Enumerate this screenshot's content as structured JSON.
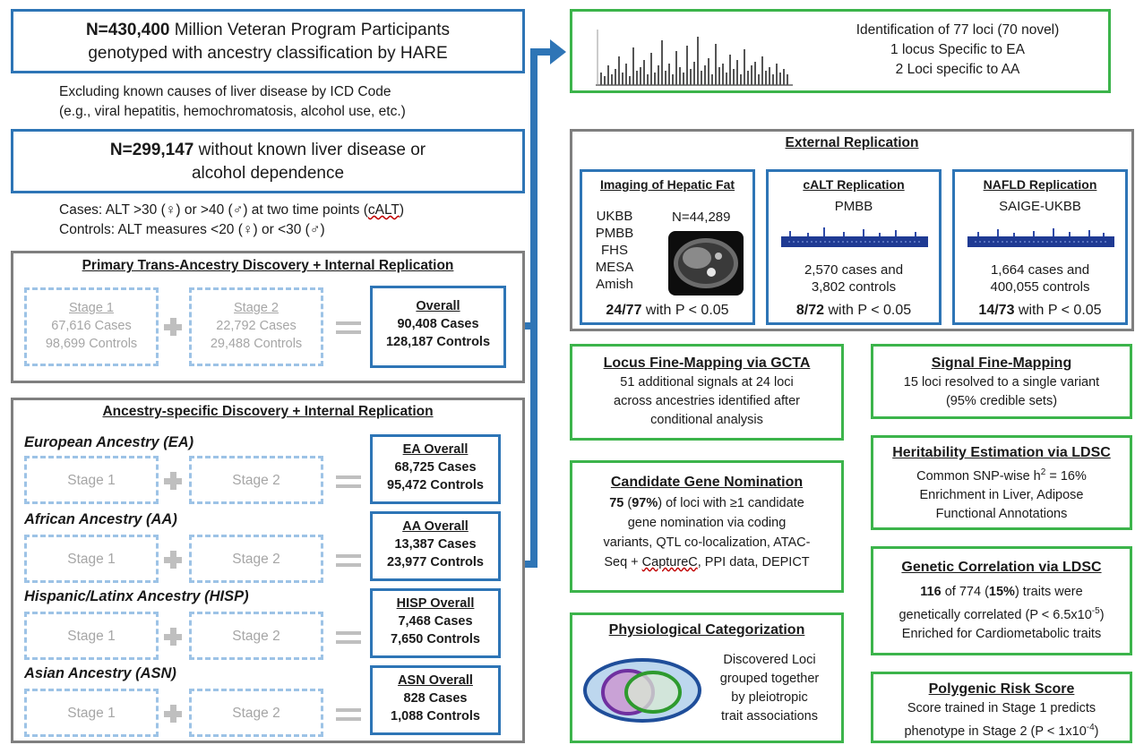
{
  "top_box": {
    "n": "N=430,400",
    "rest_line1": " Million Veteran Program Participants",
    "line2": "genotyped with ancestry classification by HARE"
  },
  "exclusion": {
    "line1": "Excluding known causes of  liver disease by ICD Code",
    "line2": "(e.g., viral hepatitis, hemochromatosis, alcohol use, etc.)"
  },
  "second_box": {
    "n": "N=299,147",
    "rest_line1": " without known liver disease or",
    "line2": "alcohol dependence"
  },
  "criteria": {
    "cases_prefix": "Cases: ALT >30 (♀) or >40 (♂) at two time points (",
    "cases_abbrev": "cALT",
    "cases_suffix": ")",
    "controls": "Controls: ALT measures <20 (♀) or <30 (♂)"
  },
  "primary": {
    "title": "Primary Trans-Ancestry Discovery + Internal Replication",
    "stage1": {
      "label": "Stage 1",
      "cases": "67,616 Cases",
      "controls": "98,699 Controls"
    },
    "stage2": {
      "label": "Stage 2",
      "cases": "22,792 Cases",
      "controls": "29,488 Controls"
    },
    "overall": {
      "label": "Overall",
      "cases": "90,408 Cases",
      "controls": "128,187 Controls"
    }
  },
  "ancestry": {
    "title": "Ancestry-specific Discovery + Internal Replication",
    "stage1_label": "Stage 1",
    "stage2_label": "Stage 2",
    "groups": [
      {
        "name": "European Ancestry (EA)",
        "overall": "EA Overall",
        "cases": "68,725 Cases",
        "controls": "95,472 Controls"
      },
      {
        "name": "African Ancestry (AA)",
        "overall": "AA Overall",
        "cases": "13,387 Cases",
        "controls": "23,977 Controls"
      },
      {
        "name": "Hispanic/Latinx Ancestry (HISP)",
        "overall": "HISP Overall",
        "cases": "7,468 Cases",
        "controls": "7,650 Controls"
      },
      {
        "name": "Asian Ancestry (ASN)",
        "overall": "ASN Overall",
        "cases": "828 Cases",
        "controls": "1,088 Controls"
      }
    ]
  },
  "loci": {
    "line1": "Identification of 77 loci (70 novel)",
    "line2": "1 locus Specific to EA",
    "line3": "2 Loci specific to AA"
  },
  "external": {
    "title": "External Replication",
    "imaging": {
      "title": "Imaging of Hepatic Fat",
      "cohorts": [
        "UKBB",
        "PMBB",
        "FHS",
        "MESA",
        "Amish"
      ],
      "n": "N=44,289",
      "result_bold": "24/77",
      "result_rest": " with P < 0.05"
    },
    "calt": {
      "title": "cALT Replication",
      "cohort": "PMBB",
      "line1": "2,570 cases and",
      "line2": "3,802 controls",
      "result_bold": "8/72",
      "result_rest": " with P < 0.05"
    },
    "nafld": {
      "title": "NAFLD Replication",
      "cohort": "SAIGE-UKBB",
      "line1": "1,664 cases and",
      "line2": "400,055 controls",
      "result_bold": "14/73",
      "result_rest": " with P < 0.05"
    }
  },
  "locus_fine": {
    "title": "Locus Fine-Mapping via GCTA",
    "line1": "51 additional signals at 24 loci",
    "line2": "across ancestries identified after",
    "line3": "conditional analysis"
  },
  "signal_fine": {
    "title": "Signal Fine-Mapping",
    "line1": "15 loci resolved to a single variant",
    "line2": "(95% credible sets)"
  },
  "candidate": {
    "title": "Candidate Gene Nomination",
    "n_bold": "75",
    "pct_pre": " (",
    "pct_bold": "97%",
    "line1_rest": ") of loci with ≥1 candidate",
    "line2": "gene nomination via coding",
    "line3": "variants, QTL co-localization, ATAC-",
    "line4_pre": "Seq + ",
    "line4_capture": "CaptureC",
    "line4_post": ", PPI data, DEPICT"
  },
  "heritability": {
    "title": "Heritability Estimation via LDSC",
    "line1_pre": "Common SNP-wise h",
    "line1_sup": "2",
    "line1_post": " = 16%",
    "line2": "Enrichment in Liver, Adipose",
    "line3": "Functional Annotations"
  },
  "genetic_corr": {
    "title": "Genetic Correlation via LDSC",
    "n_bold": "116",
    "line1_mid": " of 774 (",
    "pct_bold": "15%",
    "line1_post": ") traits were",
    "line2_pre": "genetically correlated (P < 6.5x10",
    "line2_sup": "-5",
    "line2_post": ")",
    "line3": "Enriched for Cardiometabolic traits"
  },
  "physio": {
    "title": "Physiological Categorization",
    "line1": "Discovered Loci",
    "line2": "grouped together",
    "line3": "by pleiotropic",
    "line4": "trait associations"
  },
  "prs": {
    "title": "Polygenic Risk Score",
    "line1": "Score trained in Stage 1 predicts",
    "line2_pre": "phenotype in Stage 2 (P < 1x10",
    "line2_sup": "-4",
    "line2_post": ")"
  },
  "colors": {
    "blue": "#2e75b6",
    "green": "#3cb44b",
    "grey": "#7f7f7f",
    "dashed": "#9dc3e6"
  }
}
